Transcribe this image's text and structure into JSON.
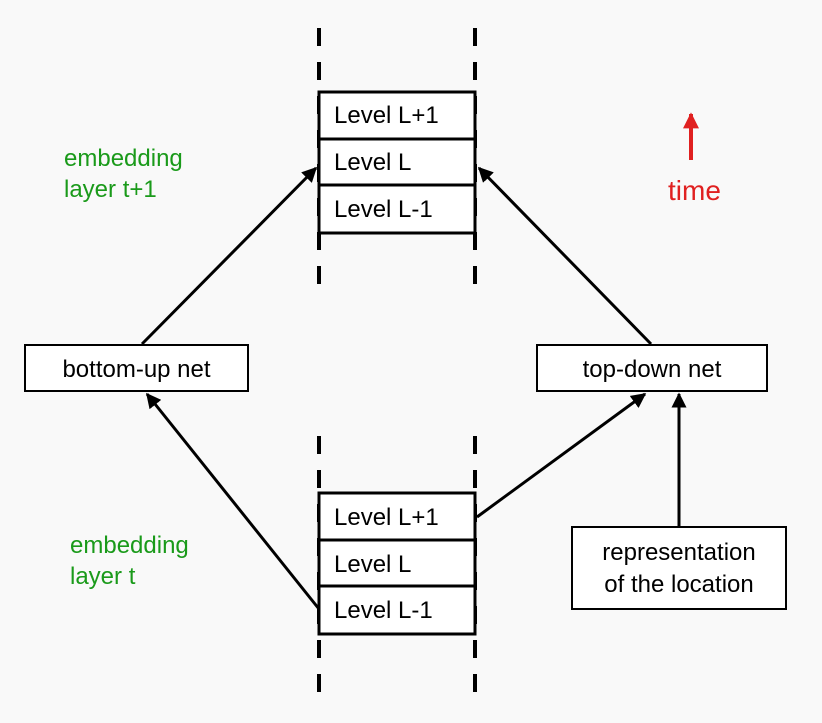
{
  "top_stack": {
    "side_label": [
      "embedding",
      "layer t+1"
    ],
    "levels": [
      "Level L+1",
      "Level L",
      "Level L-1"
    ]
  },
  "bottom_stack": {
    "side_label": [
      "embedding",
      "layer t"
    ],
    "levels": [
      "Level L+1",
      "Level L",
      "Level L-1"
    ]
  },
  "nets": {
    "bottom_up": "bottom-up net",
    "top_down": "top-down net"
  },
  "location_box": [
    "representation",
    "of the location"
  ],
  "time_label": "time",
  "colors": {
    "side_label": "#1a9a1a",
    "time": "#e02020",
    "lines": "#000000",
    "background": "#f9f9f9"
  }
}
